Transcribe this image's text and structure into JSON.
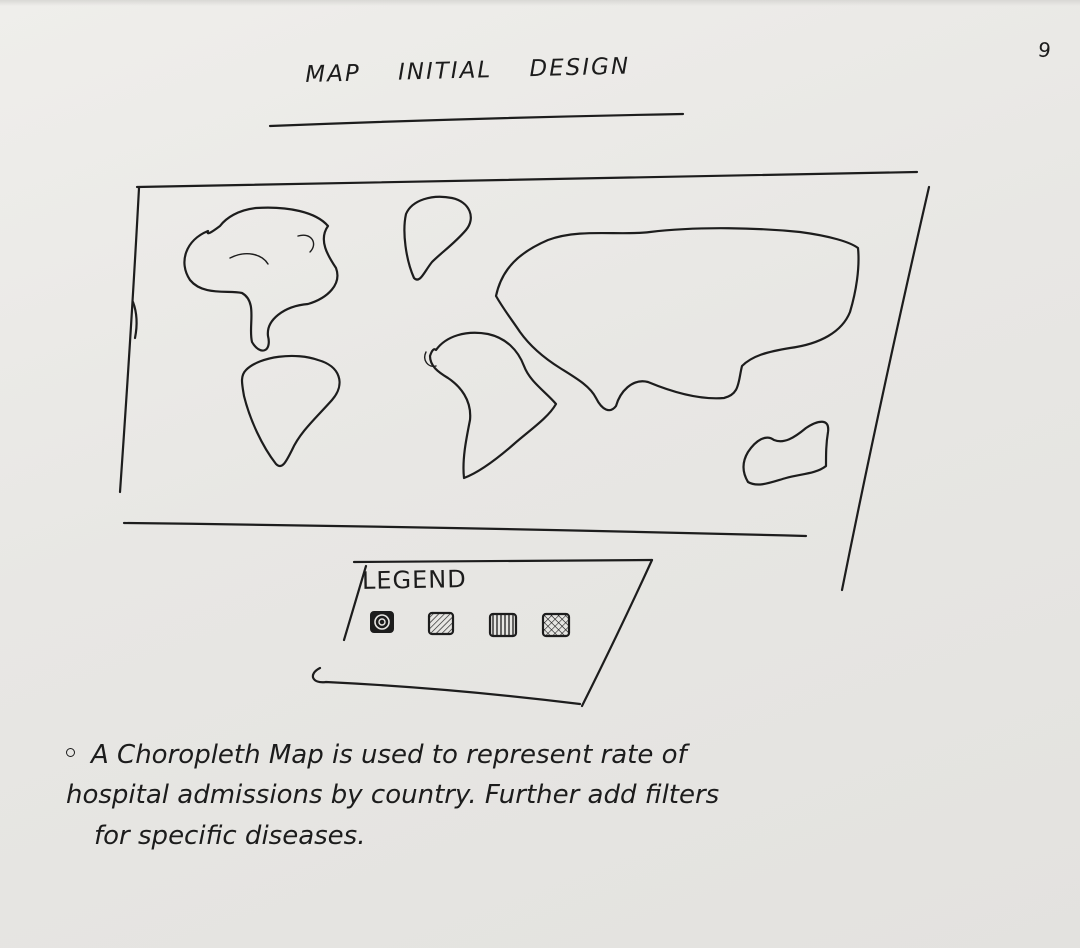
{
  "sketch": {
    "title": "MAP   INITIAL DESIGN",
    "corner_mark": "9"
  },
  "legend": {
    "title": "LEGEND",
    "swatches": [
      {
        "name": "legend-swatch-1",
        "pattern": "spiral"
      },
      {
        "name": "legend-swatch-2",
        "pattern": "diagonal-hatch"
      },
      {
        "name": "legend-swatch-3",
        "pattern": "vertical-hatch"
      },
      {
        "name": "legend-swatch-4",
        "pattern": "cross-hatch"
      }
    ]
  },
  "note": {
    "line1": "A Choropleth Map is used to represent rate of",
    "line2": "hospital admissions by country. Further add filters",
    "line3": "for specific diseases."
  }
}
